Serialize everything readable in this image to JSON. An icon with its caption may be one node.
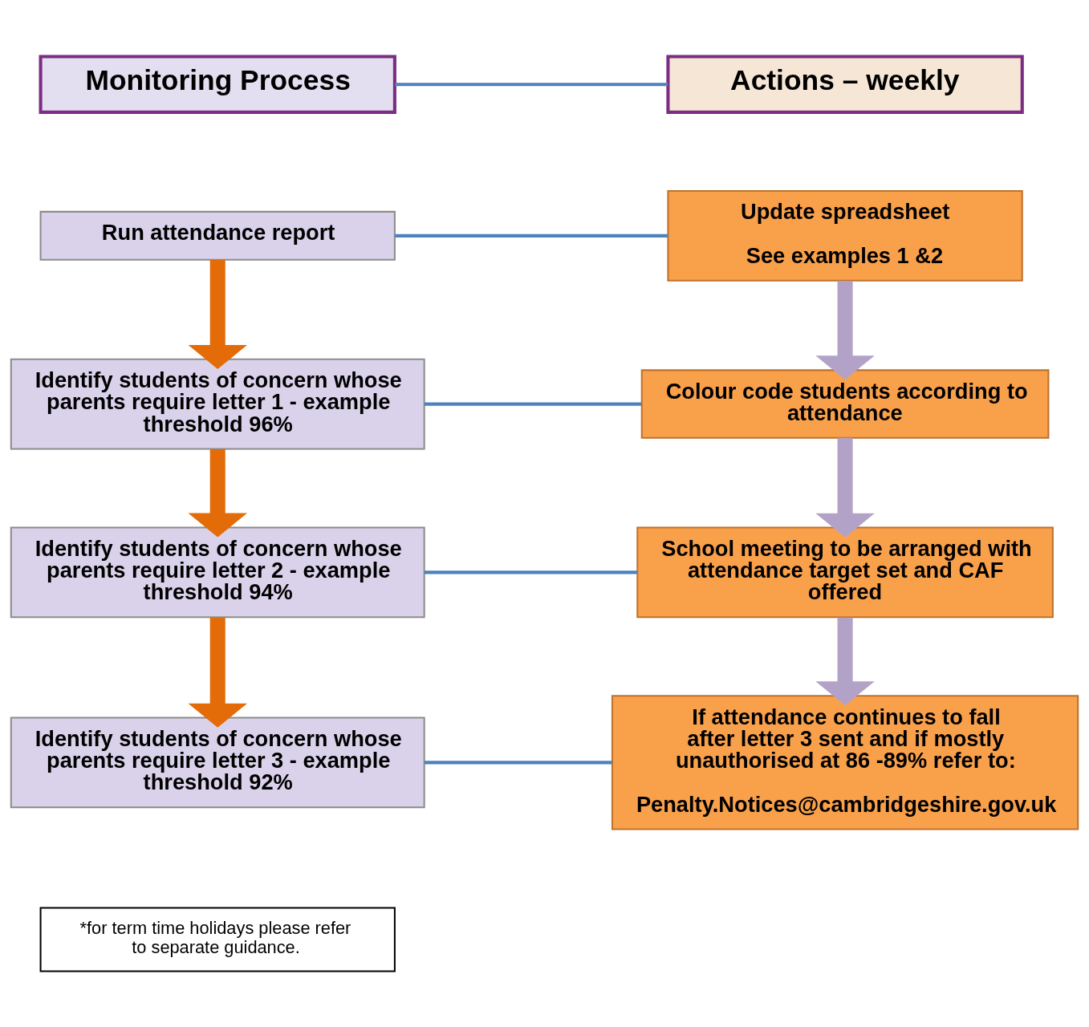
{
  "diagram": {
    "nodes": [
      {
        "text": [
          "Monitoring Process"
        ]
      },
      {
        "text": [
          "Actions – weekly"
        ]
      },
      {
        "text": [
          "Run attendance report"
        ]
      },
      {
        "text": [
          "Update spreadsheet",
          "See examples 1 &2"
        ]
      },
      {
        "text": [
          "Identify students of concern whose parents require letter 1 - example threshold 96%"
        ]
      },
      {
        "text": [
          "Colour code students according to attendance"
        ]
      },
      {
        "text": [
          "Identify students of concern whose parents require letter 2 - example threshold 94%"
        ]
      },
      {
        "text": [
          "School meeting to be arranged with attendance target set and CAF offered"
        ]
      },
      {
        "text": [
          "Identify students of concern whose parents require letter 3 - example threshold 92%"
        ]
      },
      {
        "text": [
          "If attendance continues to fall after letter 3 sent and if mostly unauthorised at 86 -89% refer to:",
          "Penalty.Notices@cambridgeshire.gov.uk"
        ]
      },
      {
        "text": [
          "*for term time holidays please refer to separate guidance."
        ]
      }
    ],
    "edges": [
      {
        "from": 0,
        "to": 1,
        "arrow": "none"
      },
      {
        "from": 2,
        "to": 3,
        "arrow": "none"
      },
      {
        "from": 2,
        "to": 4,
        "arrow": "to",
        "color": "#e36c09"
      },
      {
        "from": 4,
        "to": 5,
        "arrow": "none"
      },
      {
        "from": 3,
        "to": 5,
        "arrow": "to",
        "color": "#b3a2c7"
      },
      {
        "from": 4,
        "to": 6,
        "arrow": "to",
        "color": "#e36c09"
      },
      {
        "from": 5,
        "to": 7,
        "arrow": "to",
        "color": "#b3a2c7"
      },
      {
        "from": 6,
        "to": 7,
        "arrow": "none"
      },
      {
        "from": 6,
        "to": 8,
        "arrow": "to",
        "color": "#e36c09"
      },
      {
        "from": 7,
        "to": 9,
        "arrow": "to",
        "color": "#b3a2c7"
      },
      {
        "from": 8,
        "to": 9,
        "arrow": "none"
      }
    ]
  }
}
